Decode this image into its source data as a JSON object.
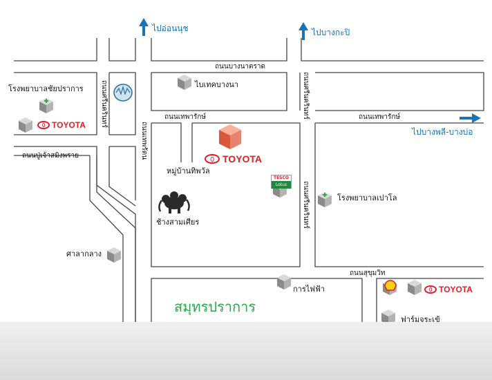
{
  "directions": {
    "north_left": "ไปอ่อนนุช",
    "north_right": "ไปบางกะปิ",
    "east": "ไปบางพลี-บางบ่อ"
  },
  "roads": {
    "bangna_trad": "ถนนบางนาตราด",
    "theparak_left": "ถนนเทพารักษ์",
    "theparak_right": "ถนนเทพารักษ์",
    "pu_chao": "ถนนปู่เจ้าสมิงพราย",
    "sukhumvit": "ถนนสุขุมวิท",
    "srinakarin_top": "ถนนศรีนครินทร์",
    "srinakarin_mid": "ถนนศรีนครินทร์",
    "srinakarin_road2": "ถนนศรีนครินทร์",
    "bang_na_nr": "ถนนเทพรัตน"
  },
  "places": {
    "chaiprakarn_hospital": "โรงพยาบาลชัยปราการ",
    "bitec": "ไบเทคบางนา",
    "village": "หมู่บ้านทิพวัล",
    "elephant": "ช้างสามเศียร",
    "city_hall": "ศาลากลาง",
    "paolo_hospital": "โรงพยาบาลเปาโล",
    "electricity": "การไฟฟ้า",
    "farm": "ฟาร์มจระเข้",
    "city": "สมุทรปราการ"
  },
  "brand": {
    "toyota": "TOYOTA",
    "tesco_top": "TESCO",
    "tesco_bottom": "Lotus"
  },
  "colors": {
    "road_stroke": "#444444",
    "direction_blue": "#1a73b8",
    "toyota_red": "#e01c24",
    "city_green": "#2aa84a",
    "hospital_cross": "#3aa63a"
  },
  "icons": [
    "cube-marker-icon",
    "toyota-dealer-icon",
    "hospital-icon",
    "shell-icon",
    "elephant-icon",
    "tesco-lotus-icon",
    "emblem-icon"
  ]
}
